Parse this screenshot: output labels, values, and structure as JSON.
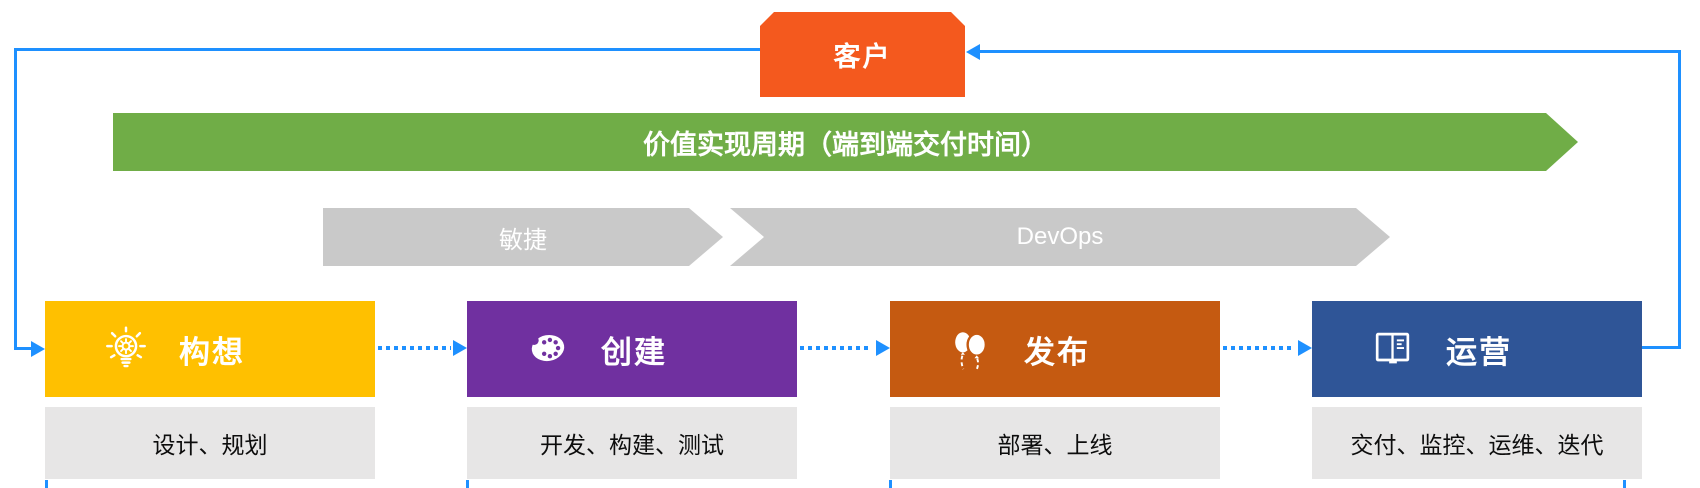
{
  "colors": {
    "accent_blue": "#1E90FF",
    "customer_orange": "#F4591E",
    "banner_green": "#70AD47",
    "chevron_gray": "#C9C9C9",
    "desc_gray": "#E7E6E6"
  },
  "customer": {
    "label": "客户"
  },
  "banner": {
    "label": "价值实现周期（端到端交付时间）"
  },
  "chevrons": {
    "agile": {
      "label": "敏捷"
    },
    "devops": {
      "label": "DevOps"
    }
  },
  "stages": [
    {
      "title": "构想",
      "icon": "lightbulb-gear-icon",
      "color": "#FFC000",
      "desc": "设计、规划"
    },
    {
      "title": "创建",
      "icon": "paint-palette-icon",
      "color": "#7030A0",
      "desc": "开发、构建、测试"
    },
    {
      "title": "发布",
      "icon": "balloons-icon",
      "color": "#C55A11",
      "desc": "部署、上线"
    },
    {
      "title": "运营",
      "icon": "open-book-icon",
      "color": "#2F5597",
      "desc": "交付、监控、运维、迭代"
    }
  ]
}
